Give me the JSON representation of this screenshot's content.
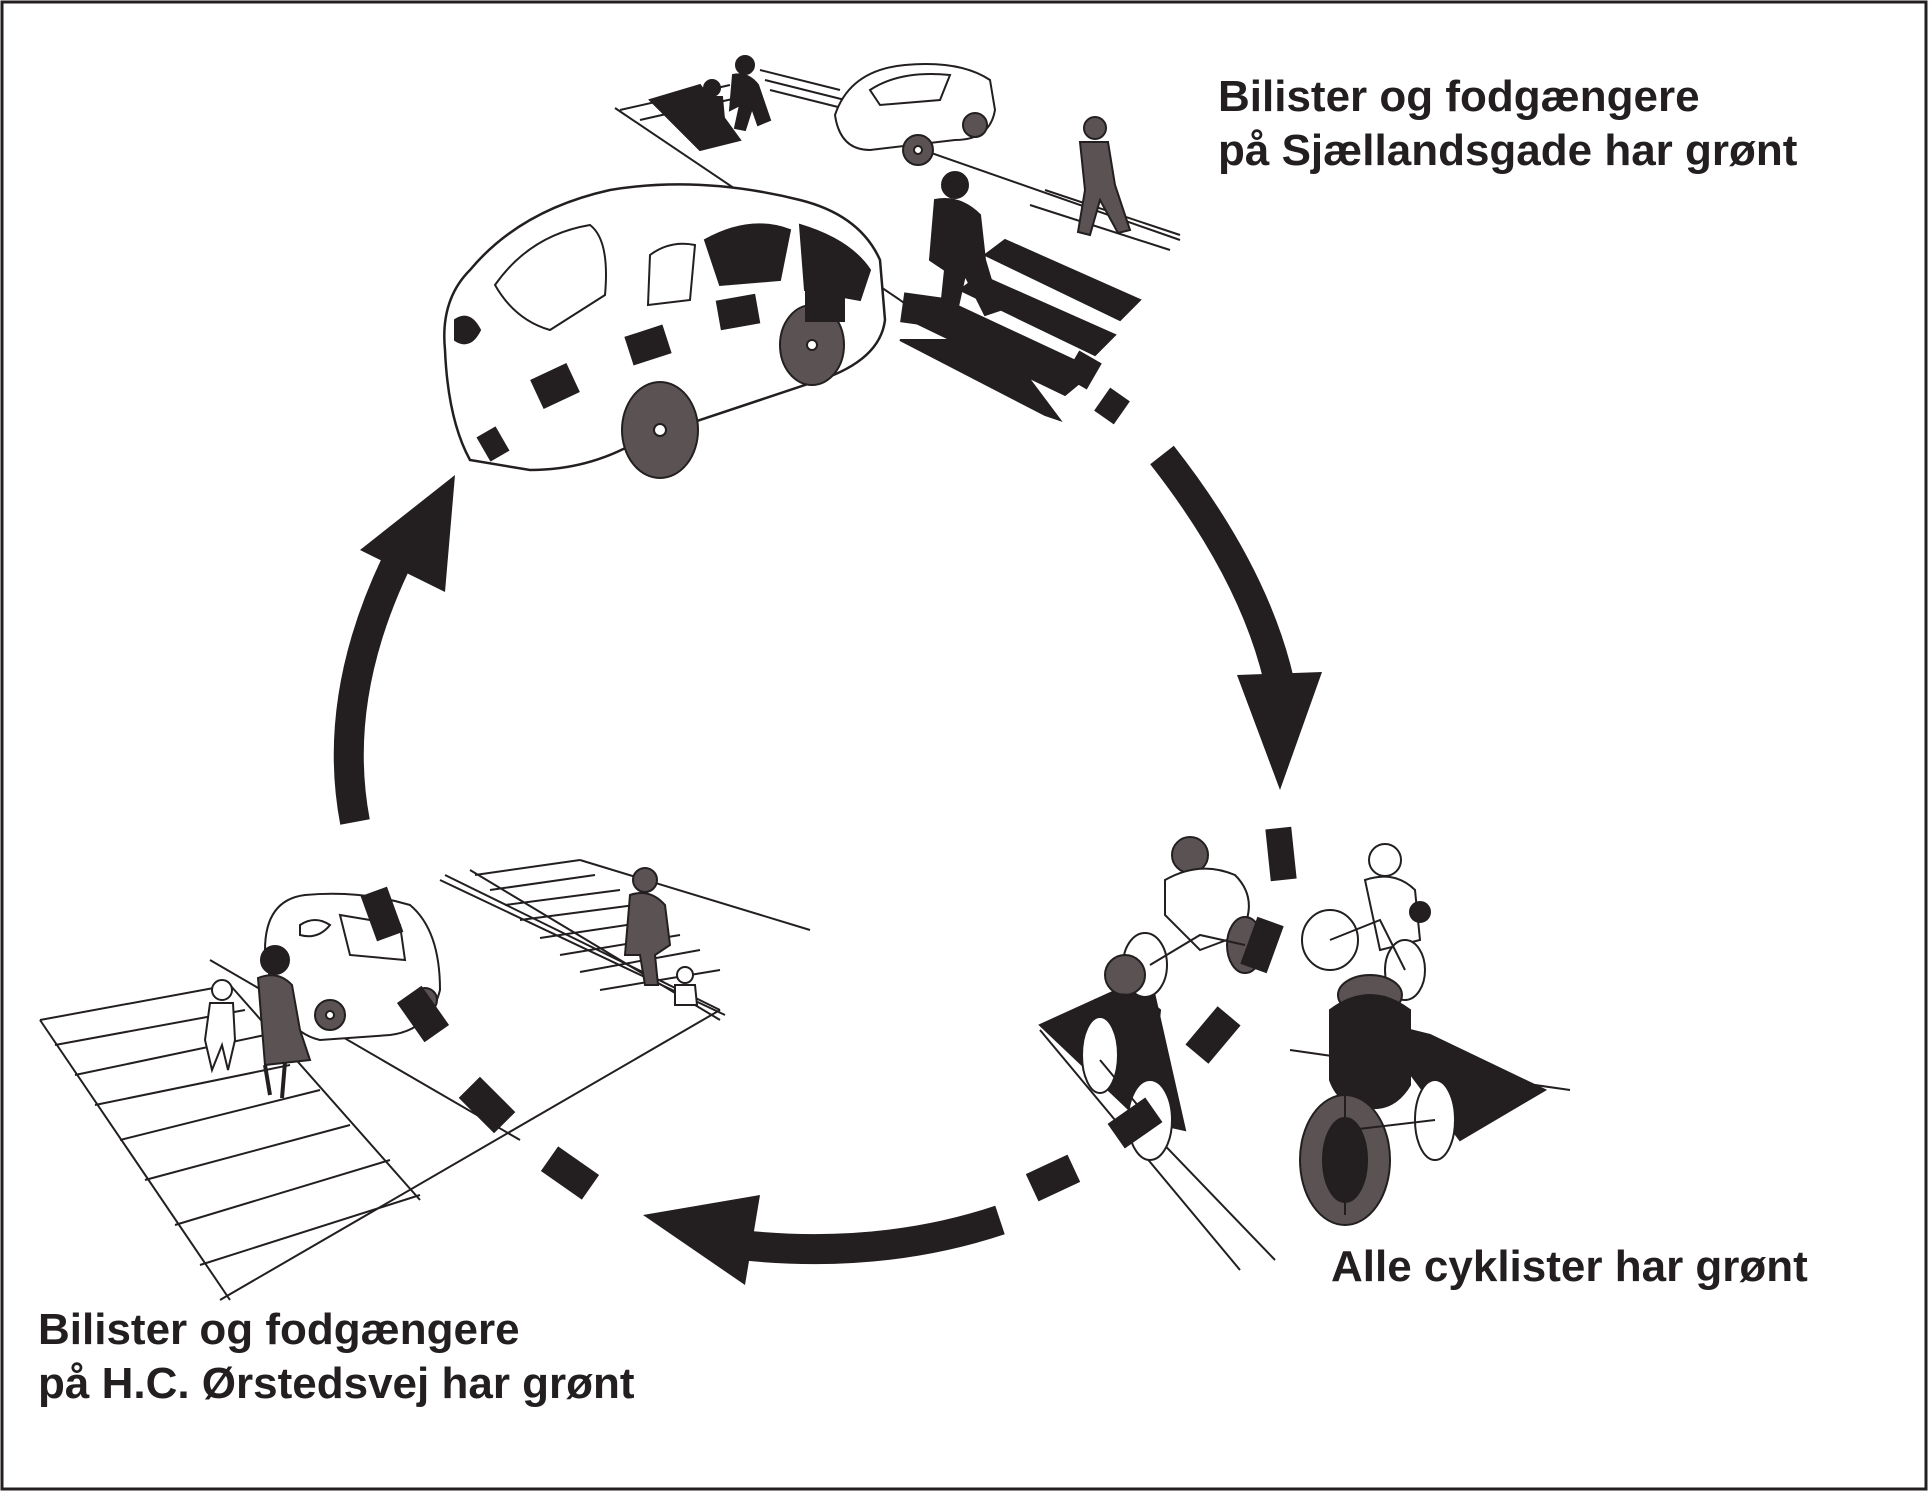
{
  "colors": {
    "ink": "#231f20",
    "wheel": "#5b5253",
    "background": "#ffffff"
  },
  "phases": [
    {
      "id": "sjaellandsgade",
      "line1": "Bilister og fodgængere",
      "line2": "på Sjællandsgade har grønt",
      "illustration": "car-and-pedestrians-crossing"
    },
    {
      "id": "cyclists",
      "line1": "Alle cyklister har grønt",
      "illustration": "cyclists-crossing"
    },
    {
      "id": "hc-orstedsvej",
      "line1": "Bilister og fodgængere",
      "line2": "på H.C. Ørstedsvej har grønt",
      "illustration": "pedestrians-on-crosswalk"
    }
  ],
  "cycle": {
    "direction": "clockwise",
    "arrow_icon": "curved-arrow",
    "gap_style": "dashed"
  }
}
